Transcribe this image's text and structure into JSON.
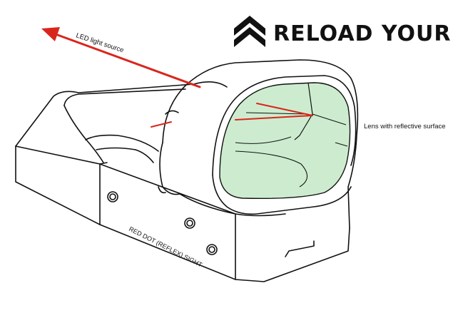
{
  "brand": {
    "name": "RELOAD YOUR GEAR",
    "logo_icon": "double-chevron-up-icon"
  },
  "labels": {
    "led": "LED light source",
    "lens": "Lens with reflective surface",
    "sight": "RED DOT (REFLEX) SIGHT"
  },
  "colors": {
    "outline": "#111111",
    "lens_fill": "#cdeccf",
    "beam": "#d9261c"
  }
}
